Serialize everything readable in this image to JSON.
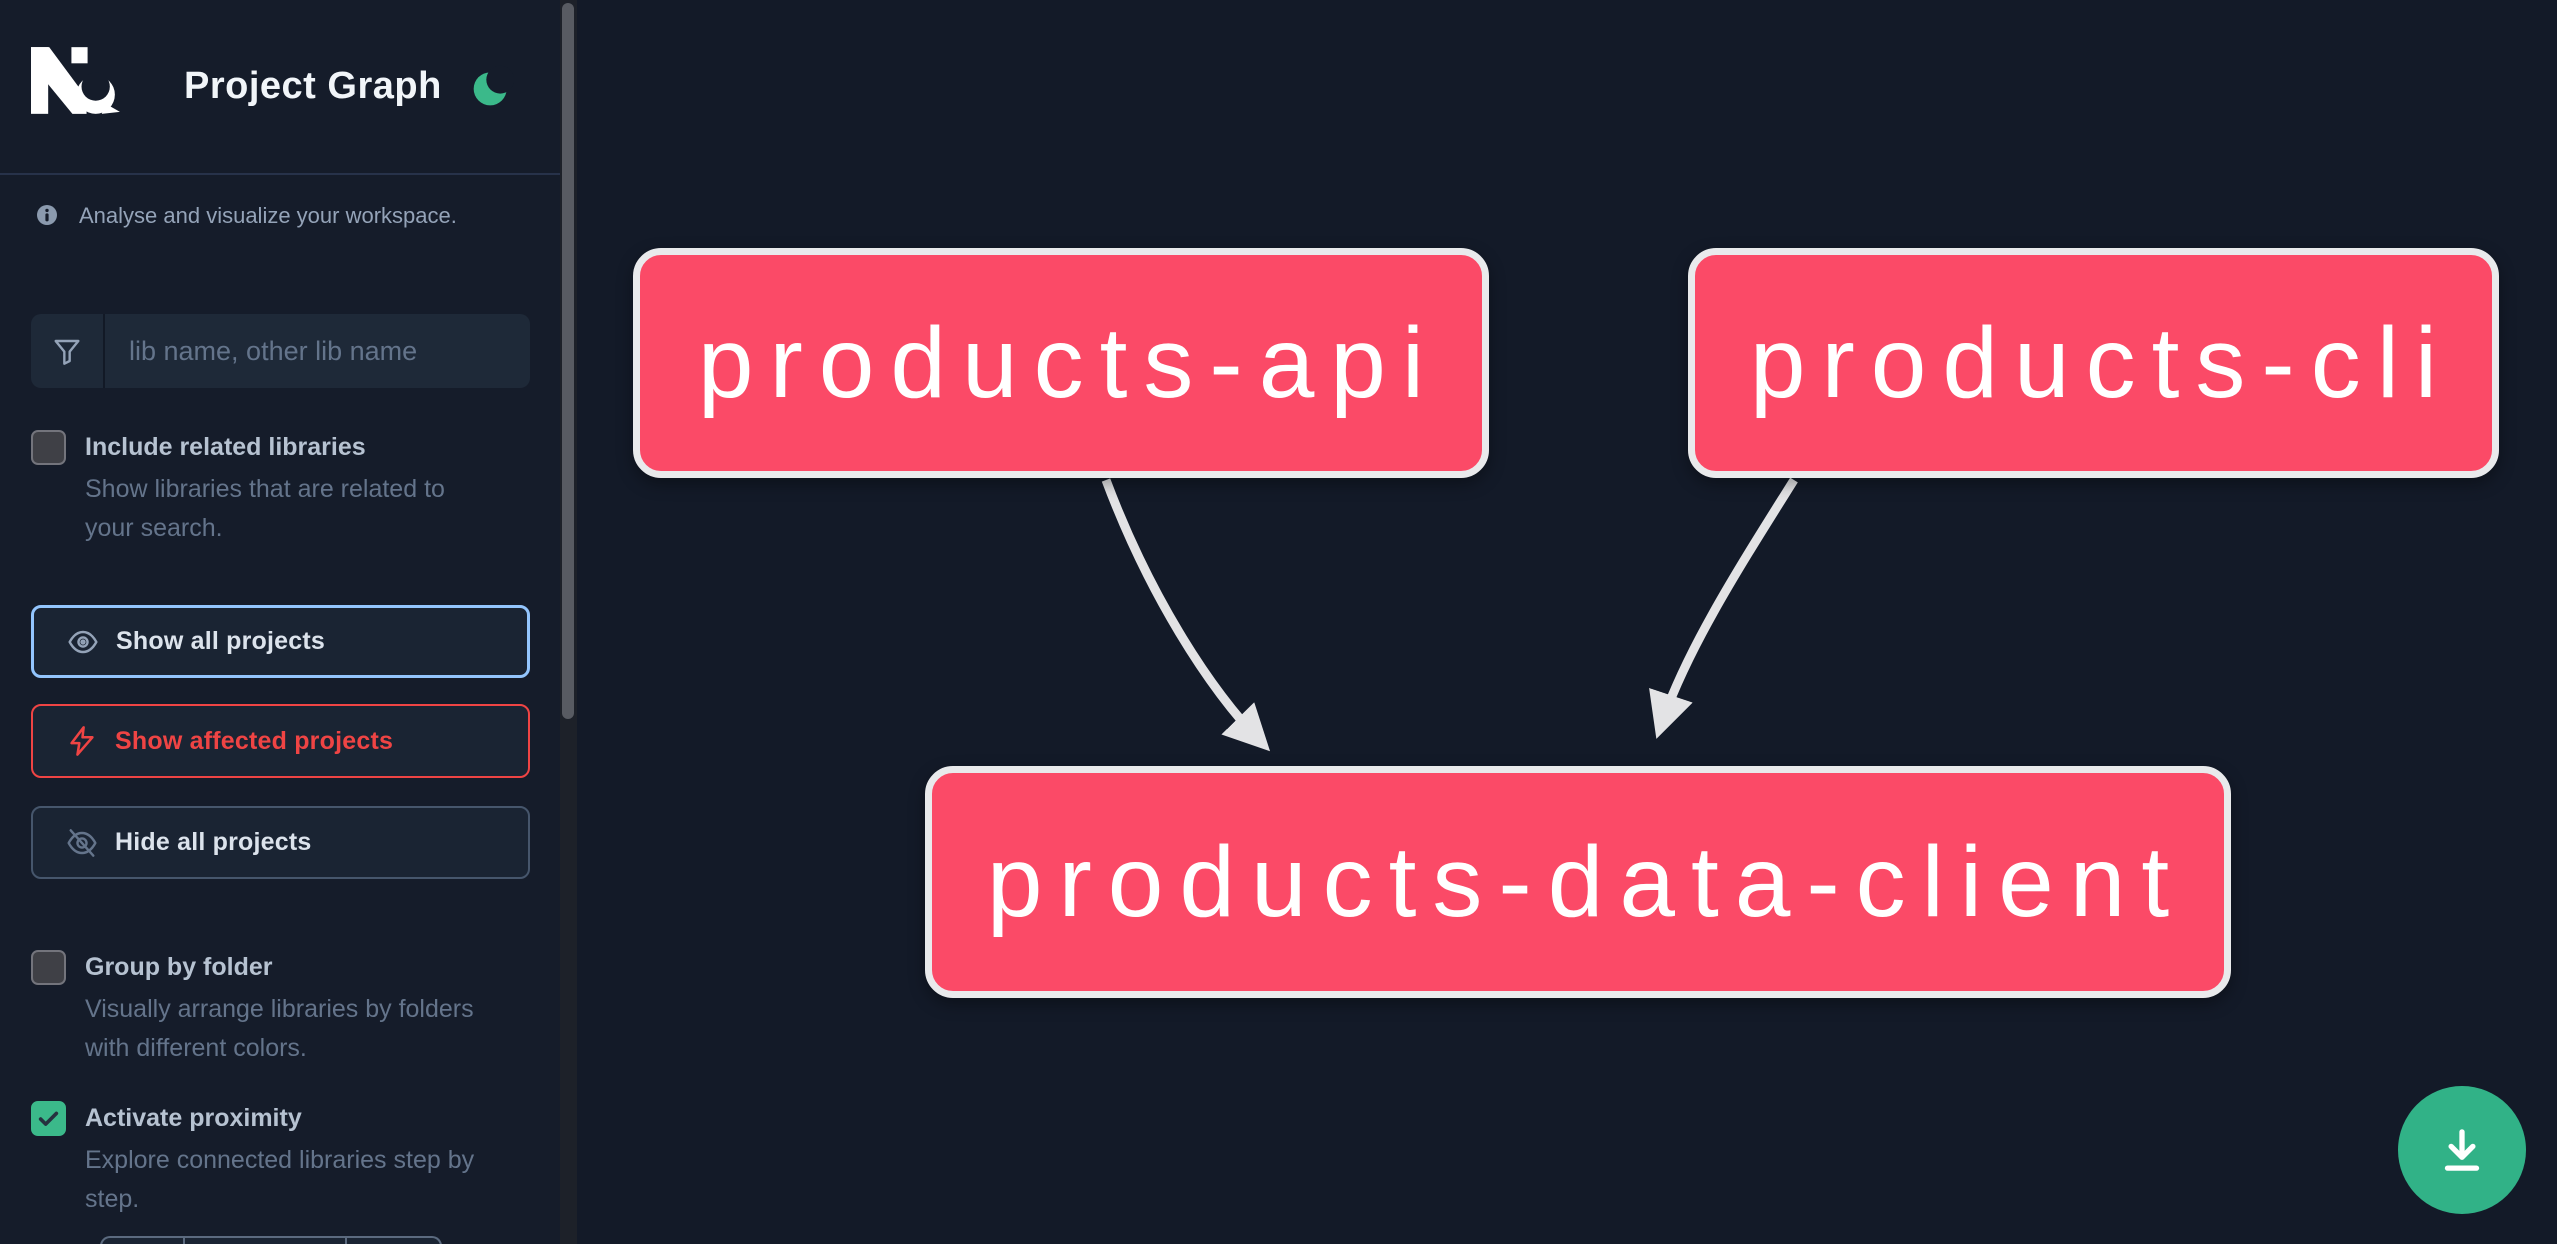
{
  "app": {
    "brand": "Nx",
    "title": "Project Graph"
  },
  "sidebar": {
    "tagline": "Analyse and visualize your workspace.",
    "search": {
      "placeholder": "lib name, other lib name",
      "value": ""
    },
    "checkboxes": [
      {
        "label": "Include related libraries",
        "description": "Show libraries that are related to your search.",
        "checked": false
      },
      {
        "label": "Group by folder",
        "description": "Visually arrange libraries by folders with different colors.",
        "checked": false
      },
      {
        "label": "Activate proximity",
        "description": "Explore connected libraries step by step.",
        "checked": true
      }
    ],
    "buttons": [
      {
        "label": "Show all projects",
        "icon": "eye-icon",
        "variant": "focused-blue"
      },
      {
        "label": "Show affected projects",
        "icon": "lightning-bolt-icon",
        "variant": "affected-red"
      },
      {
        "label": "Hide all projects",
        "icon": "eye-off-icon",
        "variant": "default"
      }
    ]
  },
  "graph": {
    "nodes": [
      {
        "id": "products-api",
        "label": "products-api"
      },
      {
        "id": "products-cli",
        "label": "products-cli"
      },
      {
        "id": "products-data-client",
        "label": "products-data-client"
      }
    ],
    "edges": [
      {
        "from": "products-api",
        "to": "products-data-client"
      },
      {
        "from": "products-cli",
        "to": "products-data-client"
      }
    ]
  },
  "icons": {
    "header_logo": "nx-logo",
    "theme_toggle": "moon-icon",
    "tagline": "info-icon",
    "search": "funnel-icon",
    "show_all": "eye-icon",
    "show_affected": "lightning-bolt-icon",
    "hide_all": "eye-off-icon",
    "checked": "checkmark-icon",
    "download": "download-icon"
  },
  "colors": {
    "accent_green": "#3bb98a",
    "node_fill": "#fb4a67",
    "node_border": "#e9eaec",
    "edge": "#e3e3e5",
    "focus_blue": "#93c5fd",
    "affected_red": "#ef4444",
    "text_muted": "#64748b"
  }
}
